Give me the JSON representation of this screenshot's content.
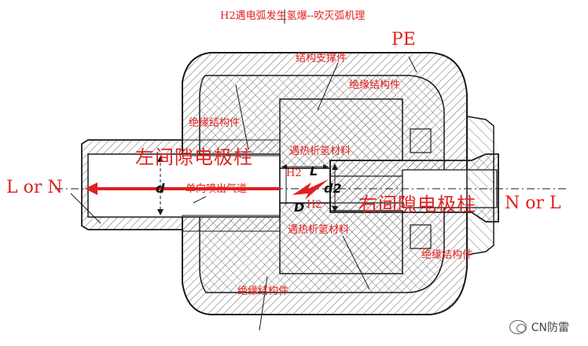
{
  "title": "H2遇电弧发生氢爆--吹灭弧机理",
  "labels": {
    "pe": "PE",
    "structure_support": "结构支撑件",
    "insulation_top_right": "绝缘结构件",
    "insulation_left": "绝缘结构件",
    "left_gap_pillar": "左间隙电极柱",
    "hydrogen_material_top": "遇热析氢材料",
    "hydrogen_material_bottom": "遇热析氢材料",
    "h2_top": "H2",
    "h2_bottom": "H2",
    "one_way_channel": "单向喷出气道",
    "right_gap_pillar": "右间隙电极柱",
    "insulation_bottom_right": "绝缘结构件",
    "insulation_bottom": "绝缘结构件",
    "left_terminal": "L or N",
    "right_terminal": "N or L"
  },
  "dimensions": {
    "d_small": "d",
    "L": "L",
    "d2": "d2",
    "D": "D"
  },
  "watermark": "CN防雷",
  "colors": {
    "annotation": "#e02020",
    "drawing": "#1a1a1a",
    "hatch": "#555555"
  }
}
